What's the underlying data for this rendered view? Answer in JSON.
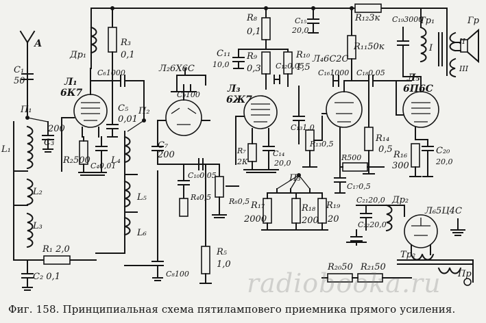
{
  "caption": "Фиг. 158. Принципиальная схема пятиламповего приемника прямого усиления.",
  "watermark": "radiobooka.ru",
  "labels": {
    "antenna": "А",
    "c1": "C₁",
    "c1v": "50",
    "l1": "L₁",
    "l2": "L₂",
    "l3": "L₃",
    "l4": "L₄",
    "l5": "L₅",
    "l6": "L₆",
    "p1": "П₁",
    "p2": "П₂",
    "p3": "П₃",
    "c2": "C₂ 0,1",
    "c3": "C₃",
    "c3v": "200",
    "r1": "R₁ 2,0",
    "dr1": "Др₁",
    "tube1": "Л₁",
    "tube1t": "6К7",
    "c6": "C₆1000",
    "r3": "R₃",
    "r3v": "0,1",
    "r2": "R₂500",
    "c4": "C₄0,01",
    "c5": "C₅",
    "c5v": "0,01",
    "tube2": "Л₂6Х6С",
    "c9": "C₉100",
    "c7": "C₇",
    "c7v": "200",
    "c10": "C₁₀0,05",
    "r4": "R₄0,5",
    "r6": "R₆0,5",
    "r5": "R₅",
    "r5v": "1,0",
    "c8": "C₈100",
    "r8": "R₈",
    "r8v": "0,1",
    "c11": "C₁₁",
    "c11v": "10,0",
    "r9": "R₉",
    "r9v": "0,3",
    "c12": "C₁₂0,05",
    "r10": "R₁₀",
    "r10v": "1,5",
    "tube3": "Л₃",
    "tube3t": "6Ж7",
    "c13": "C₁₃1,0",
    "r7": "R₇",
    "r7v": "2К",
    "c14": "C₁₄",
    "c14v": "20,0",
    "c15": "C₁₅",
    "c15v": "20,0",
    "r12": "R₁₂3к",
    "tube4": "Л₄6С2С",
    "r11": "R₁₁50к",
    "c16": "C₁₆1000",
    "c18": "C₁₈0,05",
    "r13": "R₁₃0,5",
    "r14": "R₁₄",
    "r14v": "0,5",
    "r500": "R500",
    "c17": "C₁₇0,5",
    "r17": "R₁₇",
    "r17v": "2000",
    "r18": "R₁₈",
    "r18v": "200",
    "r19": "R₁₉",
    "r19v": "20",
    "c19": "C₁₉3000",
    "tr1": "Тр₁",
    "gr": "Гр",
    "coil1": "I",
    "coil2": "II",
    "coil3": "III",
    "tube5": "Л₅",
    "tube5t": "6П6С",
    "r16": "R₁₆",
    "r16v": "300",
    "c20": "C₂₀",
    "c20v": "20,0",
    "c21": "C₂₁20,0",
    "c22": "C₂₂20,0",
    "dr2": "Др₂",
    "tube6": "Л₆5Ц4С",
    "tr2": "Тр₂",
    "r20": "R₂₀50",
    "r21": "R₂₁50",
    "pr": "Пр"
  }
}
